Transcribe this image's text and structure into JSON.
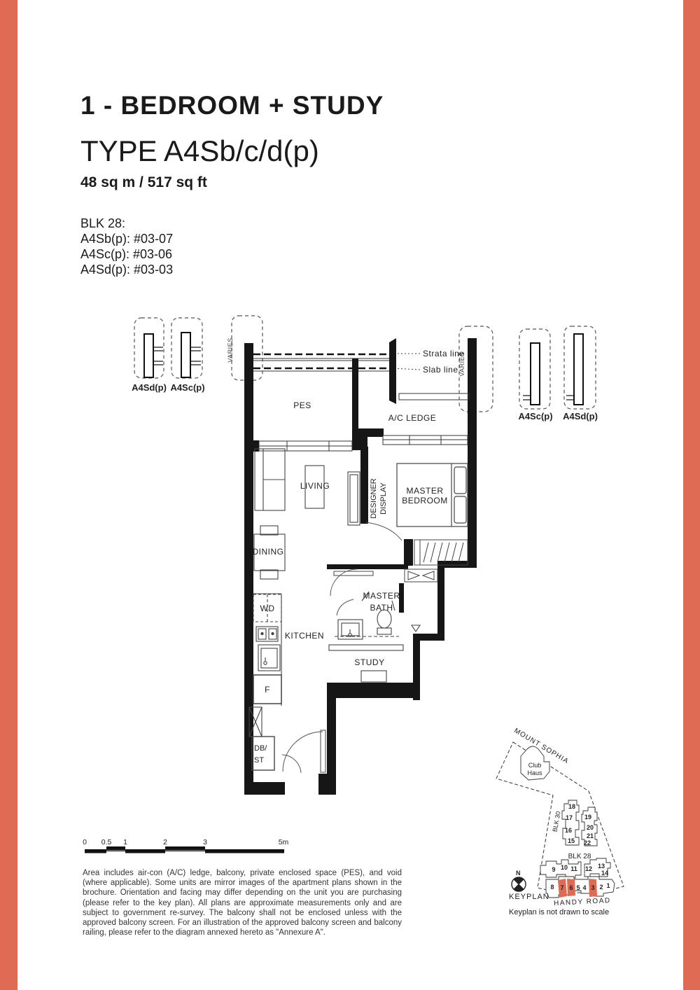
{
  "colors": {
    "accent": "#DE6B52",
    "line": "#1c1c1c"
  },
  "header": {
    "title": "1 - BEDROOM + STUDY",
    "type_name": "TYPE A4Sb/c/d(p)",
    "area": "48 sq m / 517 sq ft",
    "blk_heading": "BLK 28:",
    "units": [
      "A4Sb(p): #03-07",
      "A4Sc(p): #03-06",
      "A4Sd(p): #03-03"
    ]
  },
  "plan": {
    "labels": {
      "pes": "PES",
      "ac_ledge": "A/C LEDGE",
      "living": "LIVING",
      "dining": "DINING",
      "master_bedroom": [
        "MASTER",
        "BEDROOM"
      ],
      "designer_display": [
        "DESIGNER",
        "DISPLAY"
      ],
      "master_bath": [
        "MASTER",
        "BATH"
      ],
      "kitchen": "KITCHEN",
      "study": "STUDY",
      "wd": "WD",
      "fridge": "F",
      "db_st": [
        "DB/",
        "ST"
      ],
      "strata_line": "Strata line",
      "slab_line": "Slab line",
      "varies": "VARIES"
    },
    "mirror_labels": {
      "left_1": "A4Sd(p)",
      "left_2": "A4Sc(p)",
      "right_1": "A4Sc(p)",
      "right_2": "A4Sd(p)"
    }
  },
  "scalebar": {
    "labels": [
      "0",
      "0.5",
      "1",
      "2",
      "3",
      "5m"
    ]
  },
  "disclaimer": "Area includes air-con (A/C) ledge, balcony, private enclosed space (PES), and void (where applicable). Some units are mirror images of the apartment plans shown in the brochure. Orientation and facing may differ depending on the unit you are purchasing (please refer to the key plan). All plans are approximate measurements only and are subject to government re-survey. The balcony shall not be enclosed unless with the approved balcony screen. For an illustration of the approved balcony screen and balcony railing, please refer to the diagram annexed hereto as \"Annexure A\".",
  "keyplan": {
    "road_top": "MOUNT SOPHIA",
    "club_haus": [
      "Club",
      "Haus"
    ],
    "blk30": "BLK 30",
    "blk28": "BLK 28",
    "road_bottom": "HANDY ROAD",
    "compass_n": "N",
    "label": "KEYPLAN",
    "note": "Keyplan is not drawn to scale",
    "blk30_left_units": [
      "18",
      "17",
      "16",
      "15"
    ],
    "blk30_right_units": [
      "19",
      "20",
      "21",
      "22"
    ],
    "blk28_top_units": [
      "9",
      "10",
      "11",
      "12",
      "13",
      "14"
    ],
    "blk28_bottom_units": [
      "8",
      "7",
      "6",
      "5",
      "4",
      "3",
      "2",
      "1"
    ]
  }
}
